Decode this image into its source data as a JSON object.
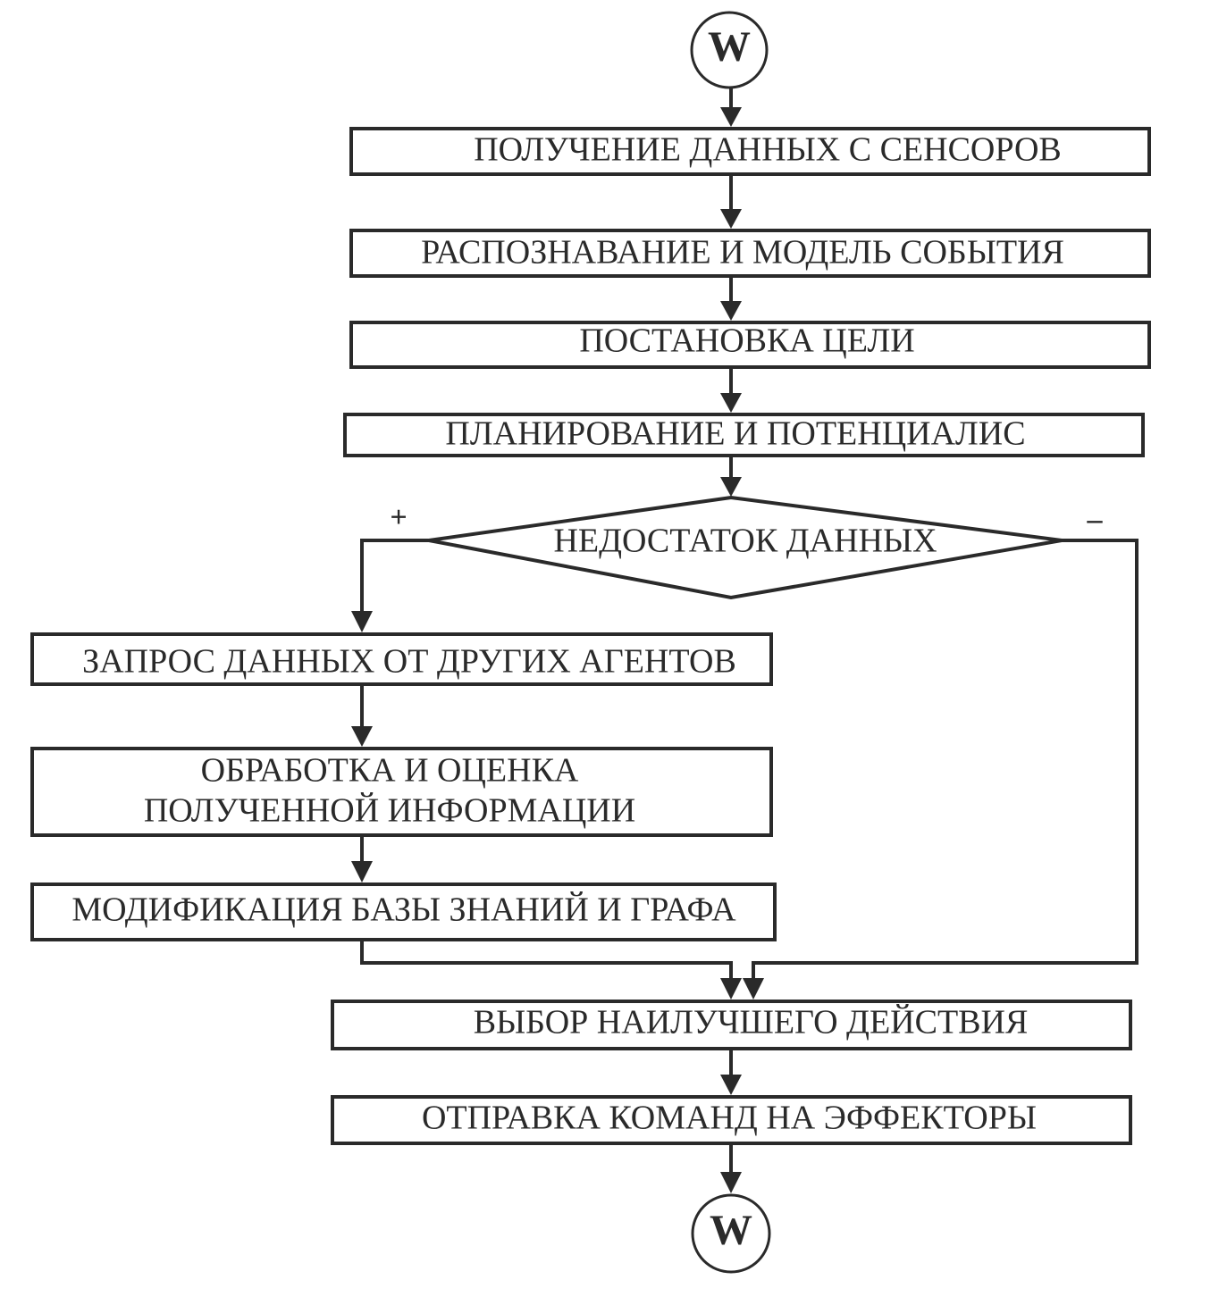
{
  "terminals": {
    "start": "W",
    "end": "W"
  },
  "steps": {
    "s1": "ПОЛУЧЕНИЕ ДАННЫХ С СЕНСОРОВ",
    "s2": "РАСПОЗНАВАНИЕ И МОДЕЛЬ СОБЫТИЯ",
    "s3": "ПОСТАНОВКА ЦЕЛИ",
    "s4": "ПЛАНИРОВАНИЕ И ПОТЕНЦИАЛИС",
    "s5": "ЗАПРОС ДАННЫХ ОТ ДРУГИХ АГЕНТОВ",
    "s6_line1": "ОБРАБОТКА И ОЦЕНКА",
    "s6_line2": "ПОЛУЧЕННОЙ ИНФОРМАЦИИ",
    "s7": "МОДИФИКАЦИЯ БАЗЫ ЗНАНИЙ И ГРАФА",
    "s8": "ВЫБОР НАИЛУЧШЕГО ДЕЙСТВИЯ",
    "s9": "ОТПРАВКА КОМАНД НА ЭФФЕКТОРЫ"
  },
  "decision": {
    "label": "НЕДОСТАТОК ДАННЫХ",
    "yes_label": "+",
    "no_label": "–"
  }
}
